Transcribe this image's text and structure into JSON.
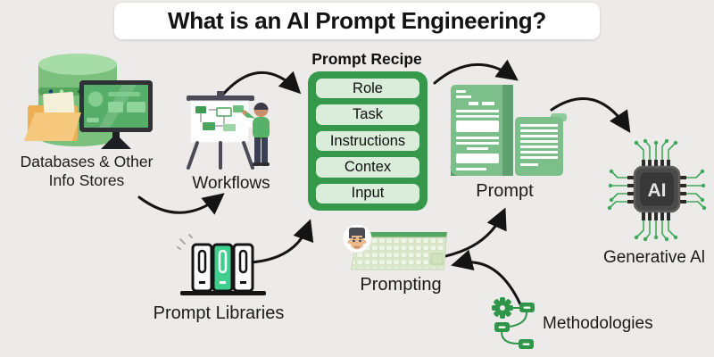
{
  "title": "What is an AI Prompt Engineering?",
  "recipe": {
    "title": "Prompt Recipe",
    "items": [
      "Role",
      "Task",
      "Instructions",
      "Contex",
      "Input"
    ]
  },
  "nodes": {
    "databases": {
      "label": "Databases & Other\nInfo Stores"
    },
    "workflows": {
      "label": "Workflows"
    },
    "prompt": {
      "label": "Prompt"
    },
    "generative_ai": {
      "label": "Generative Al",
      "chip_text": "AI"
    },
    "prompt_libraries": {
      "label": "Prompt Libraries"
    },
    "prompting": {
      "label": "Prompting"
    },
    "methodologies": {
      "label": "Methodologies"
    }
  },
  "flows": [
    {
      "from": "databases",
      "to": "workflows"
    },
    {
      "from": "workflows",
      "to": "prompt-recipe"
    },
    {
      "from": "prompt-recipe",
      "to": "prompt"
    },
    {
      "from": "prompt",
      "to": "generative-ai"
    },
    {
      "from": "prompt-libraries",
      "to": "prompt-recipe"
    },
    {
      "from": "prompting",
      "to": "prompt"
    },
    {
      "from": "methodologies",
      "to": "prompting"
    }
  ],
  "colors": {
    "background": "#ECEBE9",
    "arrow": "#141414",
    "accent_green": "#35984B",
    "light_green": "#D9EDDA",
    "doc_green": "#7CBF8A",
    "book_green": "#3ECF8E",
    "trace_green": "#3FA85A",
    "folder_orange": "#F6C87D"
  }
}
